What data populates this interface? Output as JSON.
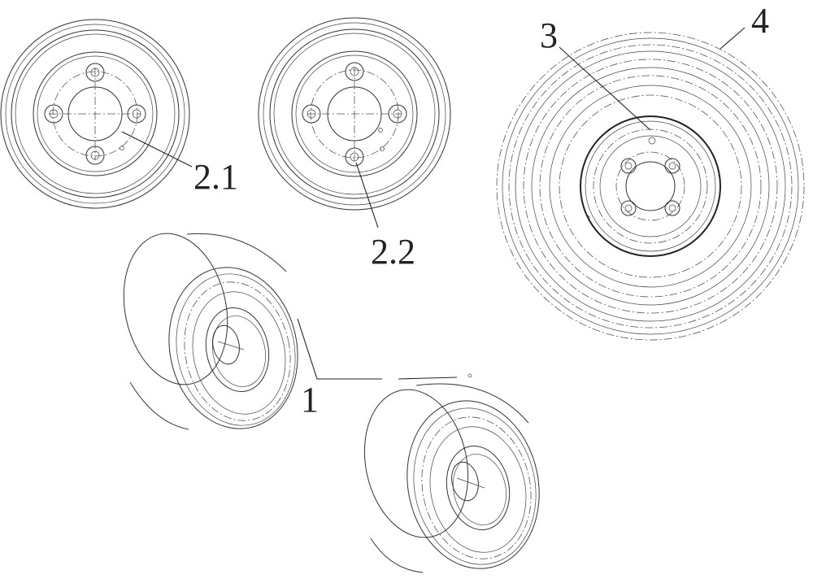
{
  "callouts": {
    "wheel_pair": "1",
    "rim_small": "2.1",
    "rim_large": "2.2",
    "hub": "3",
    "tire": "4"
  }
}
